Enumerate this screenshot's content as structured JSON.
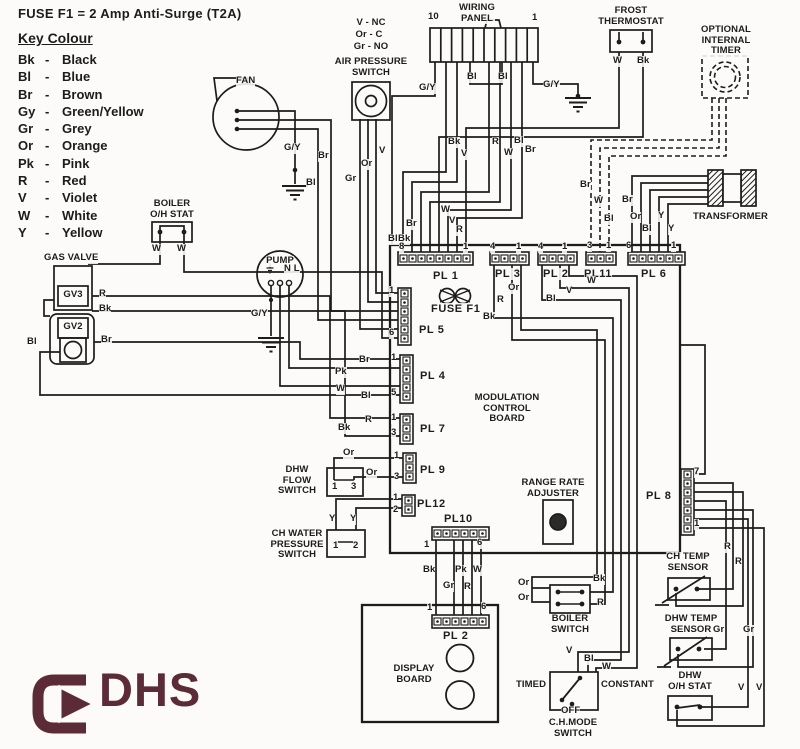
{
  "title": "FUSE F1 = 2 Amp Anti-Surge (T2A)",
  "key": {
    "heading": "Key Colour",
    "separator": "-",
    "entries": [
      {
        "code": "Bk",
        "name": "Black"
      },
      {
        "code": "Bl",
        "name": "Blue"
      },
      {
        "code": "Br",
        "name": "Brown"
      },
      {
        "code": "Gy",
        "name": "Green/Yellow"
      },
      {
        "code": "Gr",
        "name": "Grey"
      },
      {
        "code": "Or",
        "name": "Orange"
      },
      {
        "code": "Pk",
        "name": "Pink"
      },
      {
        "code": "R",
        "name": "Red"
      },
      {
        "code": "V",
        "name": "Violet"
      },
      {
        "code": "W",
        "name": "White"
      },
      {
        "code": "Y",
        "name": "Yellow"
      }
    ]
  },
  "logo": "DHS",
  "labels": {
    "fan": "FAN",
    "fan_gy": "G/Y",
    "fan_br": "Br",
    "fan_bl": "Bl",
    "aps_l1": "V - NC",
    "aps_l2": "Or - C",
    "aps_l3": "Gr - NO",
    "aps_name": "AIR PRESSURE\nSWITCH",
    "aps_v": "V",
    "aps_or": "Or",
    "aps_gr": "Gr",
    "wp_name": "WIRING\nPANEL",
    "wp_n10": "10",
    "wp_n1": "1",
    "wp_gyl": "G/Y",
    "wp_bl1": "Bl",
    "wp_bl2": "Bl",
    "wp_gyr": "G/Y",
    "wp_bk": "Bk",
    "wp_v": "V",
    "wp_r": "R",
    "wp_w": "W",
    "wp_bl3": "Bl",
    "wp_br": "Br",
    "fr_name": "FROST\nTHERMOSTAT",
    "fr_w": "W",
    "fr_bk": "Bk",
    "tm_name": "OPTIONAL\nINTERNAL\nTIMER",
    "tm_br": "Br",
    "tm_w": "W",
    "tm_bl": "Bl",
    "tx_name": "TRANSFORMER",
    "tx_br": "Br",
    "tx_or": "Or",
    "tx_bl": "Bl",
    "tx_y1": "Y",
    "tx_y2": "Y",
    "bo_name": "BOILER\nO/H STAT",
    "bo_w1": "W",
    "bo_w2": "W",
    "gv_name": "GAS VALVE",
    "gv3": "GV3",
    "gv2": "GV2",
    "gv_r": "R",
    "gv_bk": "Bk",
    "gv_bl": "Bl",
    "gv_br": "Br",
    "pm_name": "PUMP",
    "pm_nl": "N L",
    "pm_gy": "G/Y",
    "p1_br": "Br",
    "p1_bl": "Bl",
    "p1_bk": "Bk",
    "p1_w": "W",
    "p1_v": "V",
    "p1_r": "R",
    "pl1": "PL 1",
    "pl1_n8": "8",
    "pl1_n1": "1",
    "pl3": "PL 3",
    "pl3_n4": "4",
    "pl3_n1": "1",
    "pl2t": "PL 2",
    "pl2t_n4": "4",
    "pl2t_n1": "1",
    "pl11": "PL11",
    "pl11_n3": "3",
    "pl11_n1": "1",
    "pl6": "PL 6",
    "pl6_n6": "6",
    "pl6_n1": "1",
    "fuse": "FUSE F1",
    "pl5": "PL 5",
    "pl5_n1": "1",
    "pl5_n6": "6",
    "pl4": "PL 4",
    "pl4_n1": "1",
    "pl4_n5": "5",
    "pl7": "PL 7",
    "pl7_n1": "1",
    "pl7_n3": "3",
    "pl9": "PL 9",
    "pl9_n1": "1",
    "pl9_n3": "3",
    "pl12": "PL12",
    "pl12_n1": "1",
    "pl12_n2": "2",
    "pl10": "PL10",
    "pl10_n1": "1",
    "pl10_n6": "6",
    "pl8": "PL 8",
    "pl8_n7": "7",
    "pl8_n1": "1",
    "board_name": "MODULATION\nCONTROL\nBOARD",
    "rra_name": "RANGE RATE\nADJUSTER",
    "w_pl3or": "Or",
    "w_pl3r": "R",
    "w_pl3bk": "Bk",
    "w_pl2bl": "Bl",
    "w_pl2v": "V",
    "w_pl2w": "W",
    "w_pl4br": "Br",
    "w_pl4pk": "Pk",
    "w_pl4w": "W",
    "w_pl4bl": "Bl",
    "w_pl7r": "R",
    "w_pl7bk": "Bk",
    "w_pl9or1": "Or",
    "w_pl9or2": "Or",
    "dfs_name": "DHW\nFLOW\nSWITCH",
    "dfs_n1": "1",
    "dfs_n3": "3",
    "w_y1": "Y",
    "w_y2": "Y",
    "cwps_name": "CH WATER\nPRESSURE\nSWITCH",
    "cwps_n1": "1",
    "cwps_n2": "2",
    "w_d_bk": "Bk",
    "w_d_gr": "Gr",
    "w_d_pk": "Pk",
    "w_d_r": "R",
    "w_d_w": "W",
    "db_name": "DISPLAY\nBOARD",
    "pl2b": "PL 2",
    "pl2b_n1": "1",
    "pl2b_n6": "6",
    "bs_or1": "Or",
    "bs_or2": "Or",
    "bs_bk": "Bk",
    "bs_r": "R",
    "bs_name": "BOILER\nSWITCH",
    "cm_v": "V",
    "cm_bl": "Bl",
    "cm_w": "W",
    "cm_timed": "TIMED",
    "cm_const": "CONSTANT",
    "cm_off": "OFF",
    "cm_name": "C.H.MODE\nSWITCH",
    "cts_name": "CH TEMP\nSENSOR",
    "cts_r1": "R",
    "cts_r2": "R",
    "dts_name": "DHW TEMP\nSENSOR",
    "dts_gr1": "Gr",
    "dts_gr2": "Gr",
    "dos_name": "DHW\nO/H STAT",
    "dos_v1": "V",
    "dos_v2": "V"
  }
}
